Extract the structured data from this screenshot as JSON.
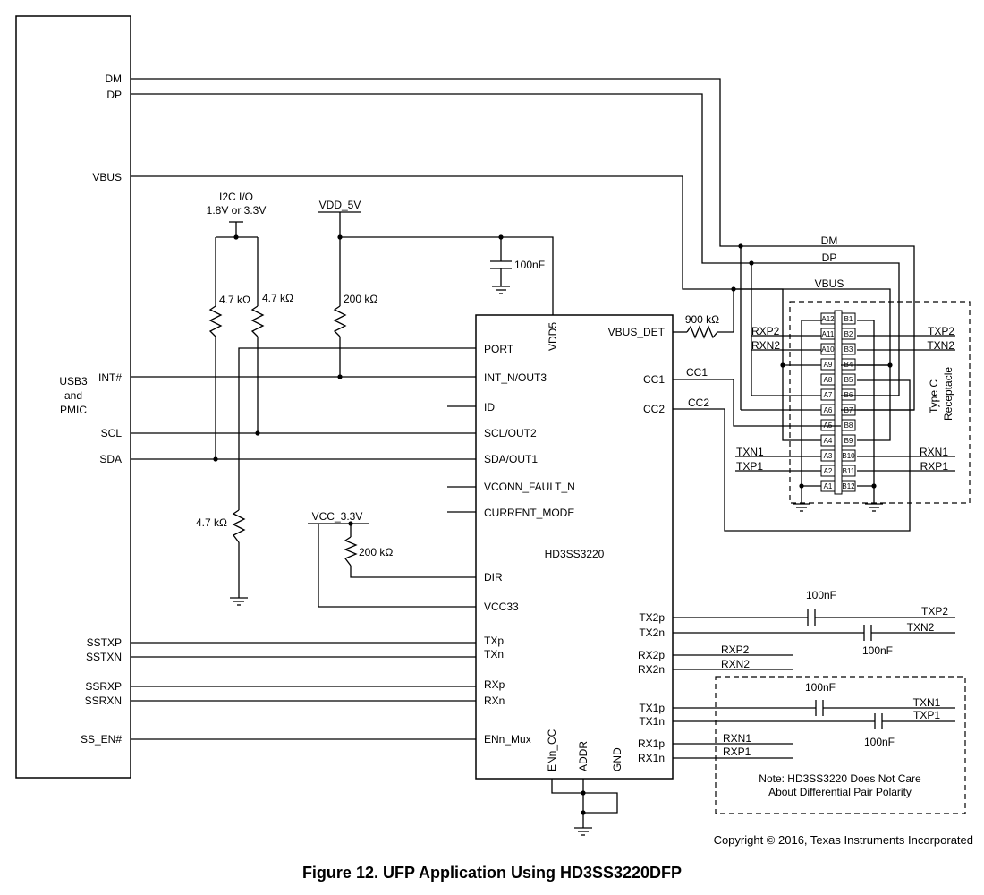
{
  "pmic": {
    "label_lines": [
      "USB3",
      "and",
      "PMIC"
    ],
    "pins": {
      "dm": "DM",
      "dp": "DP",
      "vbus": "VBUS",
      "int": "INT#",
      "scl": "SCL",
      "sda": "SDA",
      "sstxp": "SSTXP",
      "sstxn": "SSTXN",
      "ssrxp": "SSRXP",
      "ssrxn": "SSRXN",
      "ss_en": "SS_EN#"
    }
  },
  "chip": {
    "name": "HD3SS3220",
    "left_pins": {
      "port": "PORT",
      "int": "INT_N/OUT3",
      "id": "ID",
      "scl": "SCL/OUT2",
      "sda": "SDA/OUT1",
      "vconn": "VCONN_FAULT_N",
      "current": "CURRENT_MODE",
      "dir": "DIR",
      "vcc33": "VCC33",
      "txp": "TXp",
      "txn": "TXn",
      "rxp": "RXp",
      "rxn": "RXn",
      "enn_mux": "ENn_Mux"
    },
    "right_pins": {
      "vbus_det": "VBUS_DET",
      "cc1": "CC1",
      "cc2": "CC2",
      "tx2p": "TX2p",
      "tx2n": "TX2n",
      "rx2p": "RX2p",
      "rx2n": "RX2n",
      "tx1p": "TX1p",
      "tx1n": "TX1n",
      "rx1p": "RX1p",
      "rx1n": "RX1n"
    },
    "top_pins": {
      "vdd5": "VDD5"
    },
    "bottom_pins": {
      "enn_cc": "ENn_CC",
      "addr": "ADDR",
      "gnd": "GND"
    }
  },
  "supplies": {
    "i2c_io_line1": "I2C I/O",
    "i2c_io_line2": "1.8V or 3.3V",
    "vdd_5v": "VDD_5V",
    "vcc_3v3": "VCC_3.3V"
  },
  "components": {
    "r_i2c_1": "4.7 kΩ",
    "r_i2c_2": "4.7 kΩ",
    "r_int": "200 kΩ",
    "r_port": "4.7 kΩ",
    "r_dir": "200 kΩ",
    "r_vbus": "900 kΩ",
    "c_vdd": "100nF",
    "c_tx2p": "100nF",
    "c_tx2n": "100nF",
    "c_tx1p": "100nF",
    "c_tx1n": "100nF"
  },
  "nets": {
    "dm": "DM",
    "dp": "DP",
    "vbus": "VBUS",
    "cc1": "CC1",
    "cc2": "CC2",
    "rxp2_l": "RXP2",
    "rxn2_l": "RXN2",
    "txp2_r": "TXP2",
    "txn2_r": "TXN2",
    "txn1_l": "TXN1",
    "txp1_l": "TXP1",
    "rxn1_r": "RXN1",
    "rxp1_r": "RXP1",
    "txp2_o": "TXP2",
    "txn2_o": "TXN2",
    "rxp2_o": "RXP2",
    "rxn2_o": "RXN2",
    "txn1_o": "TXN1",
    "txp1_o": "TXP1",
    "rxn1_o": "RXN1",
    "rxp1_o": "RXP1"
  },
  "connector": {
    "label_line1": "Type C",
    "label_line2": "Receptacle",
    "a_pins": [
      "A12",
      "A11",
      "A10",
      "A9",
      "A8",
      "A7",
      "A6",
      "A5",
      "A4",
      "A3",
      "A2",
      "A1"
    ],
    "b_pins": [
      "B1",
      "B2",
      "B3",
      "B4",
      "B5",
      "B6",
      "B7",
      "B8",
      "B9",
      "B10",
      "B11",
      "B12"
    ]
  },
  "note": {
    "line1": "Note: HD3SS3220 Does Not Care",
    "line2": "About Differential Pair Polarity"
  },
  "copyright": "Copyright © 2016, Texas Instruments Incorporated",
  "caption": "Figure 12.  UFP Application Using HD3SS3220DFP"
}
